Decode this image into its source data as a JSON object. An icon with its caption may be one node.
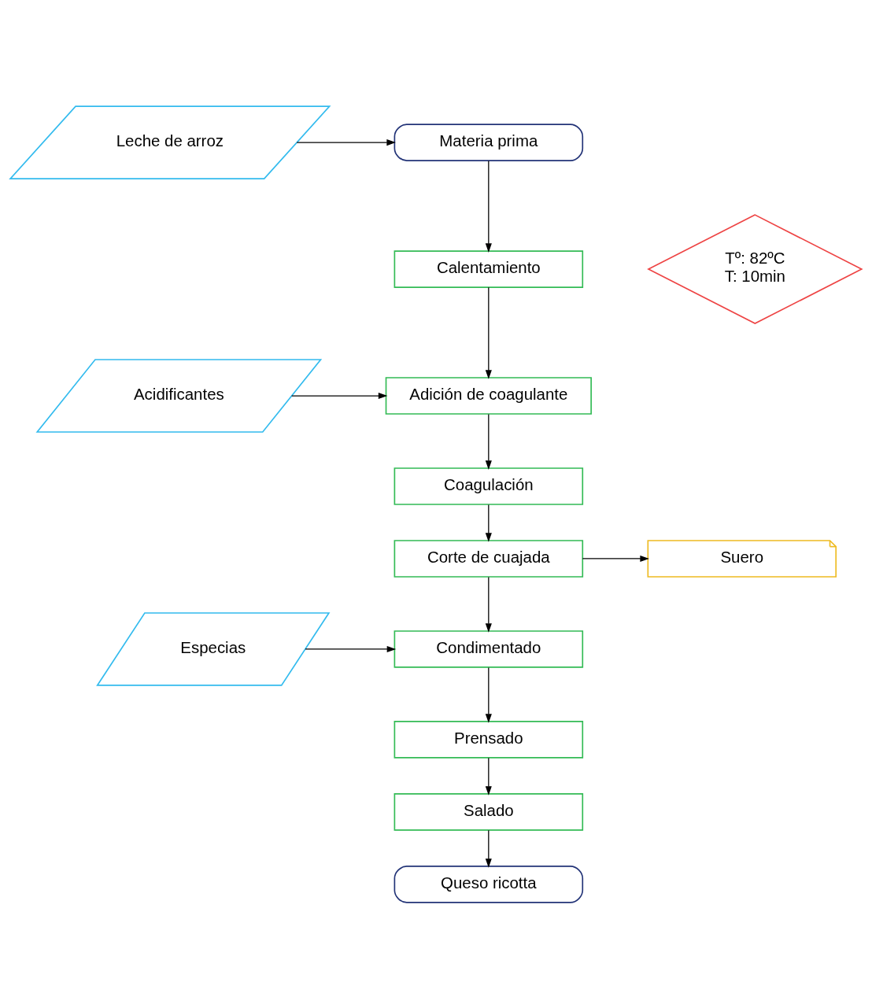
{
  "diagram": {
    "nodes": [
      {
        "text": [
          "Leche de arroz"
        ]
      },
      {
        "text": [
          "Materia prima"
        ]
      },
      {
        "text": [
          "Calentamiento"
        ]
      },
      {
        "text": [
          "Tº: 82ºC",
          "T: 10min"
        ]
      },
      {
        "text": [
          "Acidificantes"
        ]
      },
      {
        "text": [
          "Adición de coagulante"
        ]
      },
      {
        "text": [
          "Coagulación"
        ]
      },
      {
        "text": [
          "Corte de cuajada"
        ]
      },
      {
        "text": [
          "Suero"
        ]
      },
      {
        "text": [
          "Especias"
        ]
      },
      {
        "text": [
          "Condimentado"
        ]
      },
      {
        "text": [
          "Prensado"
        ]
      },
      {
        "text": [
          "Salado"
        ]
      },
      {
        "text": [
          "Queso ricotta"
        ]
      }
    ],
    "edges": [
      {
        "from": 0,
        "to": 1,
        "arrow": "to"
      },
      {
        "from": 1,
        "to": 2,
        "arrow": "to"
      },
      {
        "from": 2,
        "to": 5,
        "arrow": "to"
      },
      {
        "from": 4,
        "to": 5,
        "arrow": "to"
      },
      {
        "from": 5,
        "to": 6,
        "arrow": "to"
      },
      {
        "from": 6,
        "to": 7,
        "arrow": "to"
      },
      {
        "from": 7,
        "to": 8,
        "arrow": "to"
      },
      {
        "from": 7,
        "to": 10,
        "arrow": "to"
      },
      {
        "from": 9,
        "to": 10,
        "arrow": "to"
      },
      {
        "from": 10,
        "to": 11,
        "arrow": "to"
      },
      {
        "from": 11,
        "to": 12,
        "arrow": "to"
      },
      {
        "from": 12,
        "to": 13,
        "arrow": "to"
      }
    ]
  }
}
